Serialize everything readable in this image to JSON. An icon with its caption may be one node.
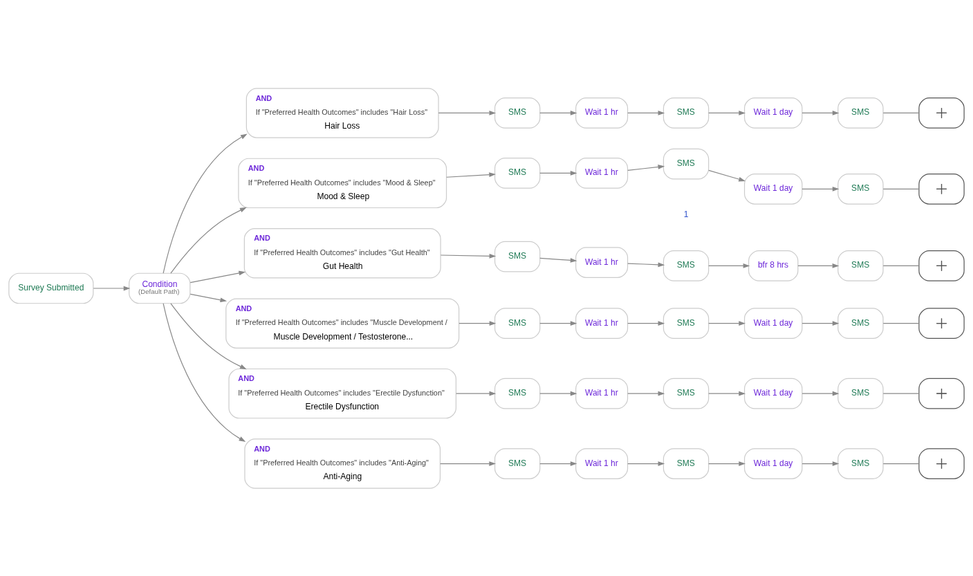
{
  "diagram": {
    "nodes": [
      {
        "text": [
          "Survey Submitted"
        ]
      },
      {
        "text": [
          "Condition",
          "(Default Path)"
        ]
      },
      {
        "text": [
          "AND",
          "If \"Preferred Health Outcomes\" includes \"Hair Loss\"",
          "Hair Loss"
        ]
      },
      {
        "text": [
          "SMS"
        ]
      },
      {
        "text": [
          "Wait 1 hr"
        ]
      },
      {
        "text": [
          "SMS"
        ]
      },
      {
        "text": [
          "Wait 1 day"
        ]
      },
      {
        "text": [
          "SMS"
        ]
      },
      {
        "text": [],
        "shape": "plus"
      },
      {
        "text": [
          "AND",
          "If \"Preferred Health Outcomes\" includes \"Mood & Sleep\"",
          "Mood & Sleep"
        ]
      },
      {
        "text": [
          "SMS"
        ]
      },
      {
        "text": [
          "Wait 1 hr"
        ]
      },
      {
        "text": [
          "SMS"
        ]
      },
      {
        "text": [
          "Wait 1 day"
        ]
      },
      {
        "text": [
          "SMS"
        ]
      },
      {
        "text": [],
        "shape": "plus"
      },
      {
        "text": [
          "AND",
          "If \"Preferred Health Outcomes\" includes \"Gut Health\"",
          "Gut Health"
        ]
      },
      {
        "text": [
          "SMS"
        ]
      },
      {
        "text": [
          "Wait 1 hr"
        ]
      },
      {
        "text": [
          "SMS"
        ]
      },
      {
        "text": [
          "bfr 8 hrs"
        ]
      },
      {
        "text": [
          "SMS"
        ]
      },
      {
        "text": [],
        "shape": "plus"
      },
      {
        "text": [
          "AND",
          "If \"Preferred Health Outcomes\" includes \"Muscle Development /",
          "Muscle Development / Testosterone..."
        ]
      },
      {
        "text": [
          "SMS"
        ]
      },
      {
        "text": [
          "Wait 1 hr"
        ]
      },
      {
        "text": [
          "SMS"
        ]
      },
      {
        "text": [
          "Wait 1 day"
        ]
      },
      {
        "text": [
          "SMS"
        ]
      },
      {
        "text": [],
        "shape": "plus"
      },
      {
        "text": [
          "AND",
          "If \"Preferred Health Outcomes\" includes \"Erectile Dysfunction\"",
          "Erectile Dysfunction"
        ]
      },
      {
        "text": [
          "SMS"
        ]
      },
      {
        "text": [
          "Wait 1 hr"
        ]
      },
      {
        "text": [
          "SMS"
        ]
      },
      {
        "text": [
          "Wait 1 day"
        ]
      },
      {
        "text": [
          "SMS"
        ]
      },
      {
        "text": [],
        "shape": "plus"
      },
      {
        "text": [
          "AND",
          "If \"Preferred Health Outcomes\" includes \"Anti-Aging\"",
          "Anti-Aging"
        ]
      },
      {
        "text": [
          "SMS"
        ]
      },
      {
        "text": [
          "Wait 1 hr"
        ]
      },
      {
        "text": [
          "SMS"
        ]
      },
      {
        "text": [
          "Wait 1 day"
        ]
      },
      {
        "text": [
          "SMS"
        ]
      },
      {
        "text": [],
        "shape": "plus"
      }
    ],
    "edges": [
      {
        "from": 0,
        "to": 1,
        "arrow": "to"
      },
      {
        "from": 1,
        "to": 2,
        "arrow": "to"
      },
      {
        "from": 2,
        "to": 3,
        "arrow": "to"
      },
      {
        "from": 3,
        "to": 4,
        "arrow": "to"
      },
      {
        "from": 4,
        "to": 5,
        "arrow": "to"
      },
      {
        "from": 5,
        "to": 6,
        "arrow": "to"
      },
      {
        "from": 6,
        "to": 7,
        "arrow": "to"
      },
      {
        "from": 7,
        "to": 8,
        "arrow": "none"
      },
      {
        "from": 1,
        "to": 9,
        "arrow": "to"
      },
      {
        "from": 9,
        "to": 10,
        "arrow": "to"
      },
      {
        "from": 10,
        "to": 11,
        "arrow": "to"
      },
      {
        "from": 11,
        "to": 12,
        "arrow": "to"
      },
      {
        "from": 12,
        "to": 13,
        "arrow": "to"
      },
      {
        "from": 13,
        "to": 14,
        "arrow": "to"
      },
      {
        "from": 14,
        "to": 15,
        "arrow": "none"
      },
      {
        "from": 1,
        "to": 16,
        "arrow": "to"
      },
      {
        "from": 16,
        "to": 17,
        "arrow": "to"
      },
      {
        "from": 17,
        "to": 18,
        "arrow": "to"
      },
      {
        "from": 18,
        "to": 19,
        "arrow": "to"
      },
      {
        "from": 19,
        "to": 20,
        "arrow": "to"
      },
      {
        "from": 20,
        "to": 21,
        "arrow": "to"
      },
      {
        "from": 21,
        "to": 22,
        "arrow": "none"
      },
      {
        "from": 1,
        "to": 23,
        "arrow": "to"
      },
      {
        "from": 23,
        "to": 24,
        "arrow": "to"
      },
      {
        "from": 24,
        "to": 25,
        "arrow": "to"
      },
      {
        "from": 25,
        "to": 26,
        "arrow": "to"
      },
      {
        "from": 26,
        "to": 27,
        "arrow": "to"
      },
      {
        "from": 27,
        "to": 28,
        "arrow": "to"
      },
      {
        "from": 28,
        "to": 29,
        "arrow": "none"
      },
      {
        "from": 1,
        "to": 30,
        "arrow": "to"
      },
      {
        "from": 30,
        "to": 31,
        "arrow": "to"
      },
      {
        "from": 31,
        "to": 32,
        "arrow": "to"
      },
      {
        "from": 32,
        "to": 33,
        "arrow": "to"
      },
      {
        "from": 33,
        "to": 34,
        "arrow": "to"
      },
      {
        "from": 34,
        "to": 35,
        "arrow": "to"
      },
      {
        "from": 35,
        "to": 36,
        "arrow": "none"
      },
      {
        "from": 1,
        "to": 37,
        "arrow": "to"
      },
      {
        "from": 37,
        "to": 38,
        "arrow": "to"
      },
      {
        "from": 38,
        "to": 39,
        "arrow": "to"
      },
      {
        "from": 39,
        "to": 40,
        "arrow": "to"
      },
      {
        "from": 40,
        "to": 41,
        "arrow": "to"
      },
      {
        "from": 41,
        "to": 42,
        "arrow": "to"
      },
      {
        "from": 42,
        "to": 43,
        "arrow": "none"
      }
    ],
    "labels": [
      "1"
    ]
  }
}
